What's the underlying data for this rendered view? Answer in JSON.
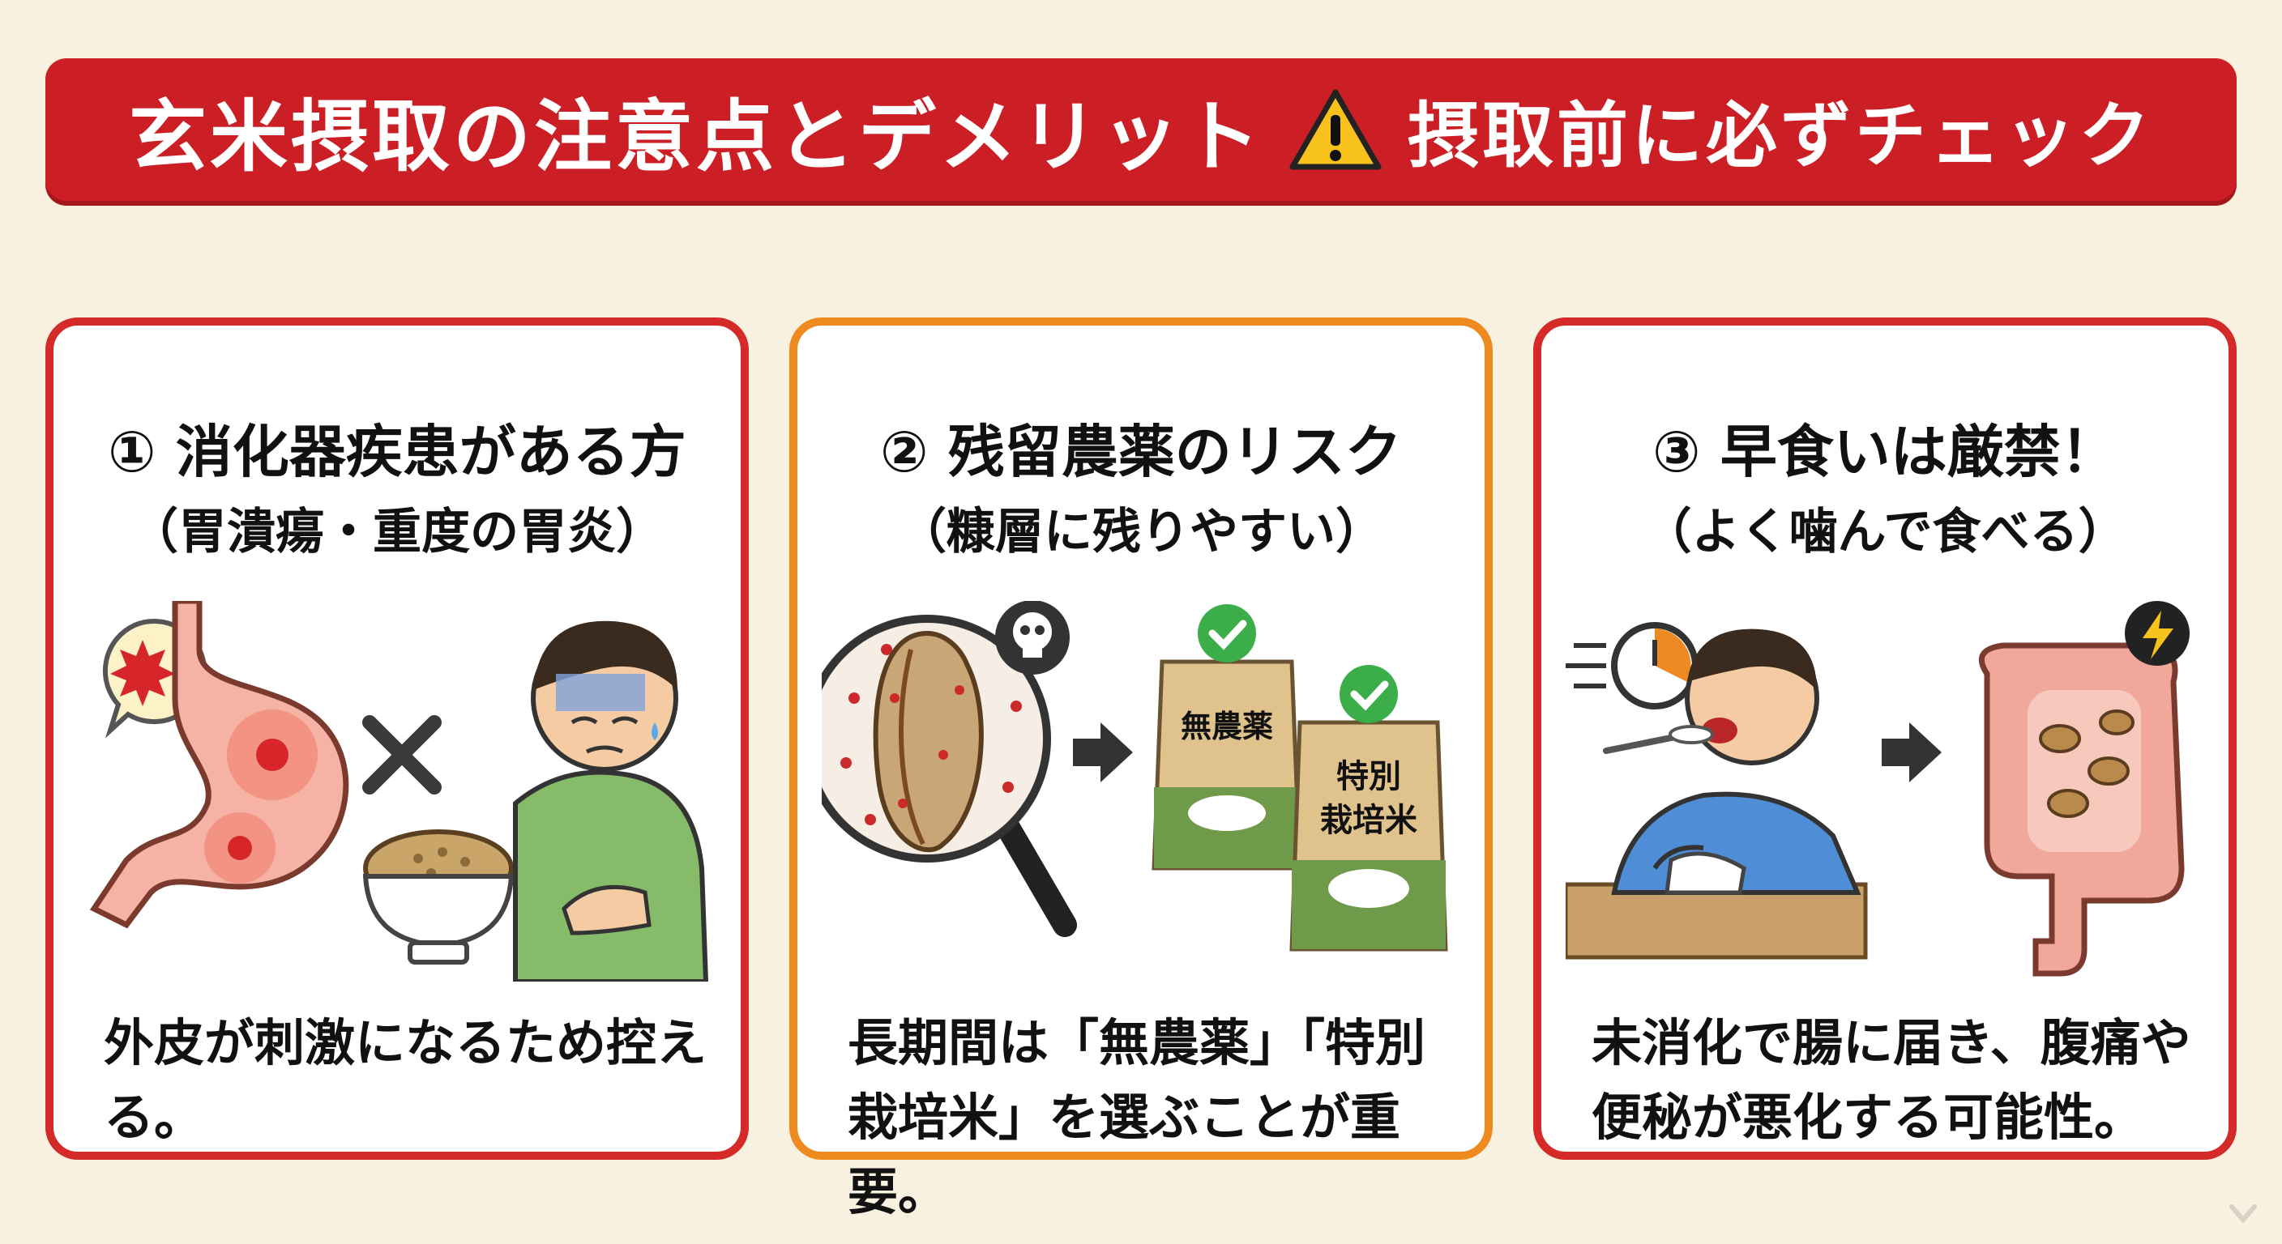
{
  "header": {
    "title": "玄米摂取の注意点とデメリット",
    "warning_icon": "warning-triangle-icon",
    "subtitle": "摂取前に必ずチェック"
  },
  "cards": [
    {
      "title": "① 消化器疾患がある方",
      "subtitle": "（胃潰瘍・重度の胃炎）",
      "description": "外皮が刺激になるため控える。",
      "icons": [
        "stomach-icon",
        "pain-burst-icon",
        "cross-mark-icon",
        "brown-rice-bowl-icon",
        "sick-person-icon"
      ]
    },
    {
      "title": "② 残留農薬のリスク",
      "subtitle": "（糠層に残りやすい）",
      "description": "長期間は「無農薬」「特別栽培米」を選ぶことが重要。",
      "icons": [
        "magnifier-icon",
        "rice-grain-icon",
        "skull-icon",
        "arrow-right-icon",
        "check-icon",
        "rice-bag-icon"
      ],
      "bag_labels": [
        "無農薬",
        "特別",
        "栽培米"
      ]
    },
    {
      "title": "③ 早食いは厳禁！",
      "subtitle": "（よく噛んで食べる）",
      "description": "未消化で腸に届き、腹痛や便秘が悪化する可能性。",
      "icons": [
        "clock-icon",
        "eating-person-icon",
        "arrow-right-icon",
        "intestine-icon",
        "lightning-icon"
      ]
    }
  ],
  "colors": {
    "banner": "#cc1f25",
    "background": "#f8f1df",
    "card_border_red": "#d42a2a",
    "card_border_orange": "#ee8a1f"
  }
}
